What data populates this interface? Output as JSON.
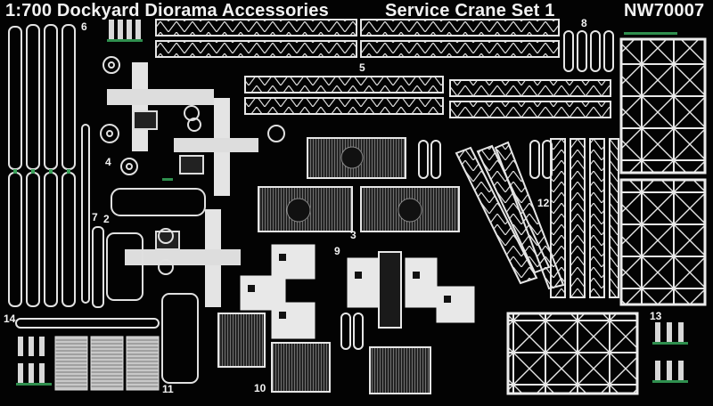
{
  "header": {
    "title": "1:700 Dockyard Diorama Accessories",
    "set_name": "Service Crane Set 1",
    "product_code": "NW70007"
  },
  "part_numbers": {
    "p2": "2",
    "p3": "3",
    "p4": "4",
    "p5": "5",
    "p6": "6",
    "p7": "7",
    "p8": "8",
    "p9": "9",
    "p10": "10",
    "p11": "11",
    "p12": "12",
    "p13": "13",
    "p14": "14"
  },
  "colors": {
    "background": "#030303",
    "etch_metal": "#e6e6e6",
    "sprue_tab": "#2f8f4e"
  }
}
